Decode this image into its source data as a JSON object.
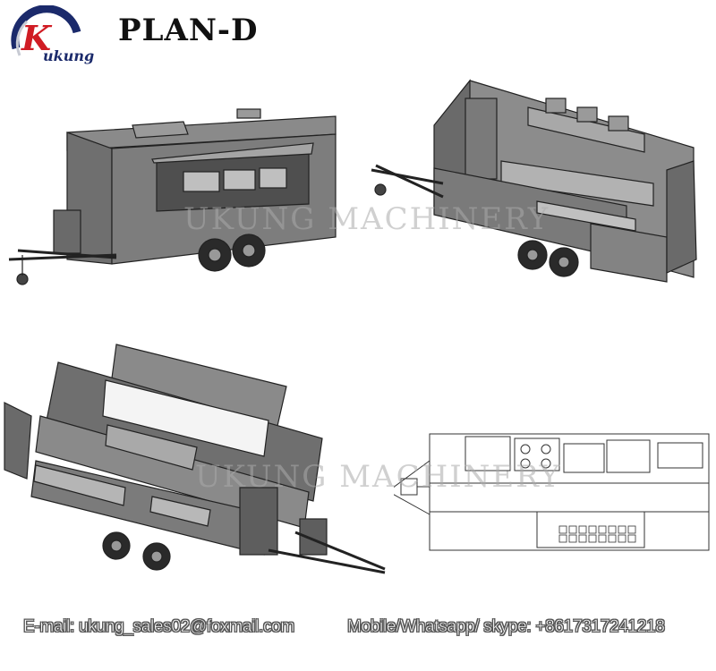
{
  "logo": {
    "text": "ukung",
    "letter": "K",
    "colors": {
      "ring": "#1b2a6b",
      "accent": "#d01c24"
    }
  },
  "title": "PLAN-D",
  "watermark": "UKUNG MACHINERY",
  "footer": {
    "email": "E-mail: ukung_sales02@foxmail.com",
    "mobile": "Mobile/Whatsapp/ skype: +8617317241218"
  },
  "drawings": [
    {
      "icon": "trailer-exterior-icon"
    },
    {
      "icon": "trailer-interior-cutaway-icon"
    },
    {
      "icon": "trailer-open-interior-icon"
    },
    {
      "icon": "trailer-floor-plan-icon"
    }
  ]
}
